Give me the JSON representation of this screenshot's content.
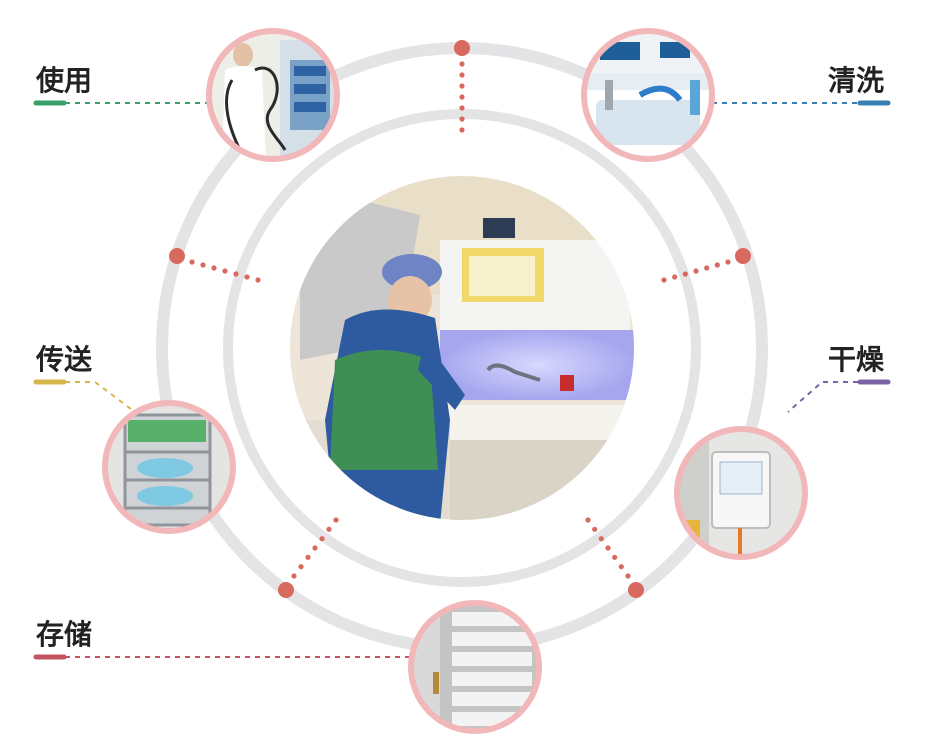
{
  "center": {
    "photo_icon": "endoscope-washing-station-photo"
  },
  "stages": [
    {
      "id": "use",
      "label": "使用",
      "color": "#3aa06b",
      "photo_icon": "nurse-holding-endoscope-photo"
    },
    {
      "id": "clean",
      "label": "清洗",
      "color": "#3a7fb4",
      "photo_icon": "washing-sink-photo"
    },
    {
      "id": "dry",
      "label": "干燥",
      "color": "#7a62a6",
      "photo_icon": "drying-control-box-photo"
    },
    {
      "id": "transfer",
      "label": "传送",
      "color": "#d6b54a",
      "photo_icon": "transport-cart-photo"
    },
    {
      "id": "store",
      "label": "存储",
      "color": "#c4535f",
      "photo_icon": "storage-cabinet-photo"
    }
  ],
  "colors": {
    "ring": "#e4e4e6",
    "photo_border": "#f1b7b9",
    "dot": "#d8695e"
  }
}
